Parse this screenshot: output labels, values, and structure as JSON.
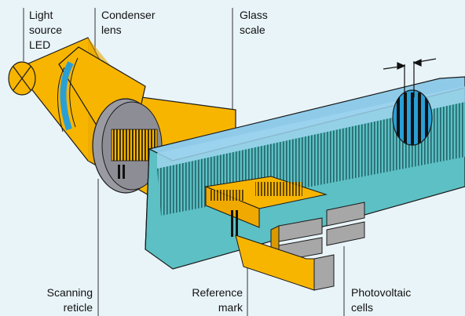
{
  "labels": {
    "light_source": [
      "Light",
      "source",
      "LED"
    ],
    "condenser_lens": [
      "Condenser",
      "lens"
    ],
    "glass_scale": [
      "Glass",
      "scale"
    ],
    "scanning_reticle": [
      "Scanning",
      "reticle"
    ],
    "reference_mark": [
      "Reference",
      "mark"
    ],
    "photovoltaic_cells": [
      "Photovoltaic",
      "cells"
    ]
  },
  "colors": {
    "background": "#e9f4f9",
    "light_beam": "#f7b500",
    "light_beam_dark": "#d99a00",
    "lens_ring": "#2a9fd6",
    "reticle_disc": "#9a9aa2",
    "glass_top": "#8fcbe9",
    "glass_front": "#5cc0c4",
    "photocell": "#a7a7a7",
    "outline": "#1a1a1a"
  },
  "icons": {
    "led": "led-emitter-icon",
    "dimension_arrows": "grating-period-arrows-icon",
    "magnifier": "grating-magnifier-icon"
  }
}
